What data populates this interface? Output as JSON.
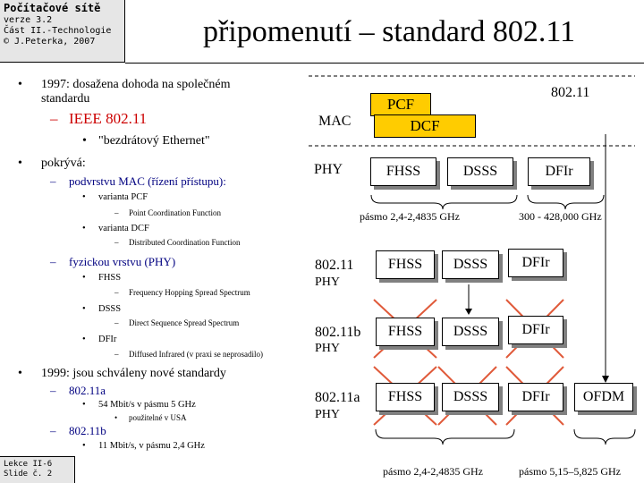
{
  "header": {
    "course": "Počítačové sítě",
    "version": "verze 3.2",
    "part": "Část II.-Technologie",
    "author": "© J.Peterka, 2007",
    "title": "připomenutí – standard 802.11"
  },
  "footer": {
    "lesson": "Lekce II-6",
    "slide": "Slide č. 2"
  },
  "bullets": {
    "b1_line1": "1997: dosažena dohoda na společném",
    "b1_line2": "standardu",
    "ieee": "IEEE 802.11",
    "wireless": "\"bezdrátový Ethernet\"",
    "b2": "pokrývá:",
    "mac_layer": "podvrstvu MAC (řízení přístupu):",
    "pcf_variant": "varianta PCF",
    "pcf_full": "Point Coordination Function",
    "dcf_variant": "varianta DCF",
    "dcf_full": "Distributed Coordination Function",
    "phy_layer": "fyzickou vrstvu (PHY)",
    "fhss": "FHSS",
    "fhss_full": "Frequency Hopping Spread Spectrum",
    "dsss": "DSSS",
    "dsss_full": "Direct Sequence Spread Spectrum",
    "dfir": "DFIr",
    "dfir_full": "Diffused Infrared (v praxi se neprosadilo)",
    "b3": "1999: jsou schváleny nové standardy",
    "s11a": "802.11a",
    "s11a_detail": "54 Mbit/s v pásmu 5 GHz",
    "s11a_note": "použitelné v USA",
    "s11b": "802.11b",
    "s11b_detail": "11 Mbit/s, v pásmu 2,4 GHz"
  },
  "diagram": {
    "std_label": "802.11",
    "mac": "MAC",
    "phy": "PHY",
    "pcf": "PCF",
    "dcf": "DCF",
    "fhss": "FHSS",
    "dsss": "DSSS",
    "dfir": "DFIr",
    "ofdm": "OFDM",
    "band_24": "pásmo 2,4-2,4835 GHz",
    "band_ir": "300 - 428,000 GHz",
    "row1_std": "802.11",
    "row2_std": "802.11b",
    "row3_std": "802.11a",
    "band_24_bottom": "pásmo 2,4-2,4835 GHz",
    "band_5_bottom": "pásmo 5,15–5,825 GHz"
  }
}
